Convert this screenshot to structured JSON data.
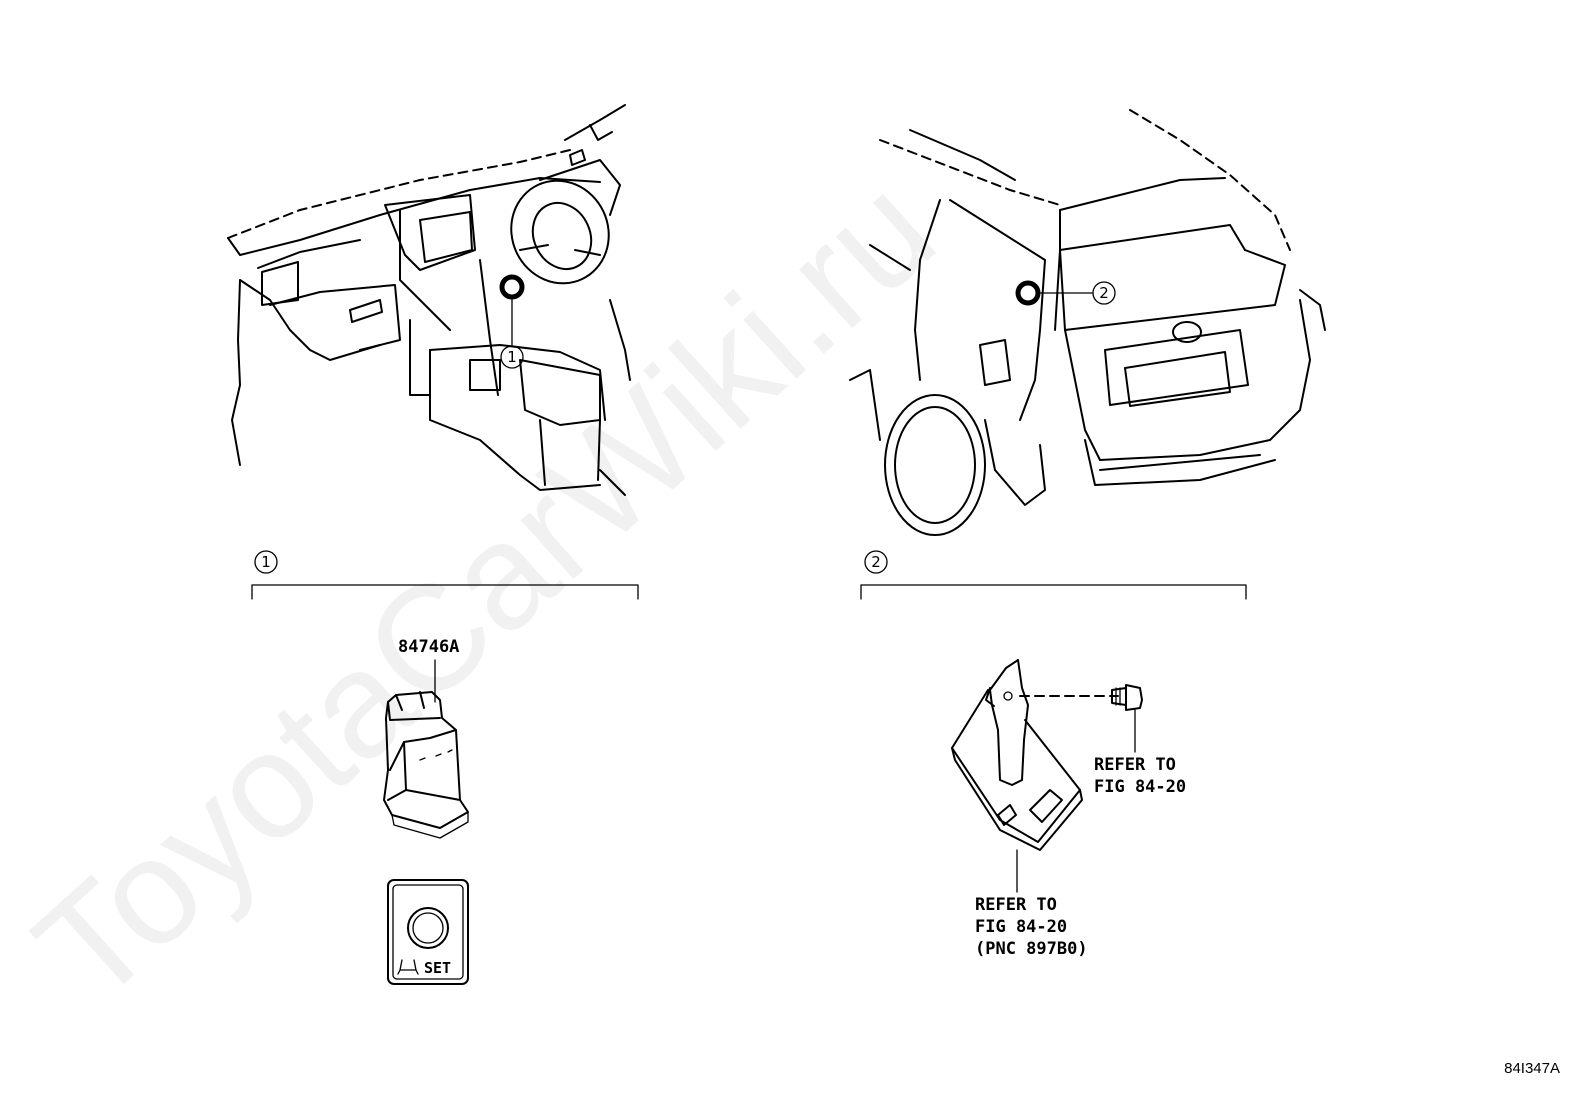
{
  "watermark": "ToyotaCarWiki.ru",
  "figure_id": "84I347A",
  "callout_1": {
    "number": "1"
  },
  "callout_2": {
    "number": "2"
  },
  "part_1": {
    "part_number": "84746A",
    "button_text": "SET"
  },
  "part_2": {
    "refer_bolt": [
      "REFER TO",
      "FIG 84-20"
    ],
    "refer_bracket": [
      "REFER TO",
      "FIG 84-20",
      "(PNC 897B0)"
    ]
  }
}
